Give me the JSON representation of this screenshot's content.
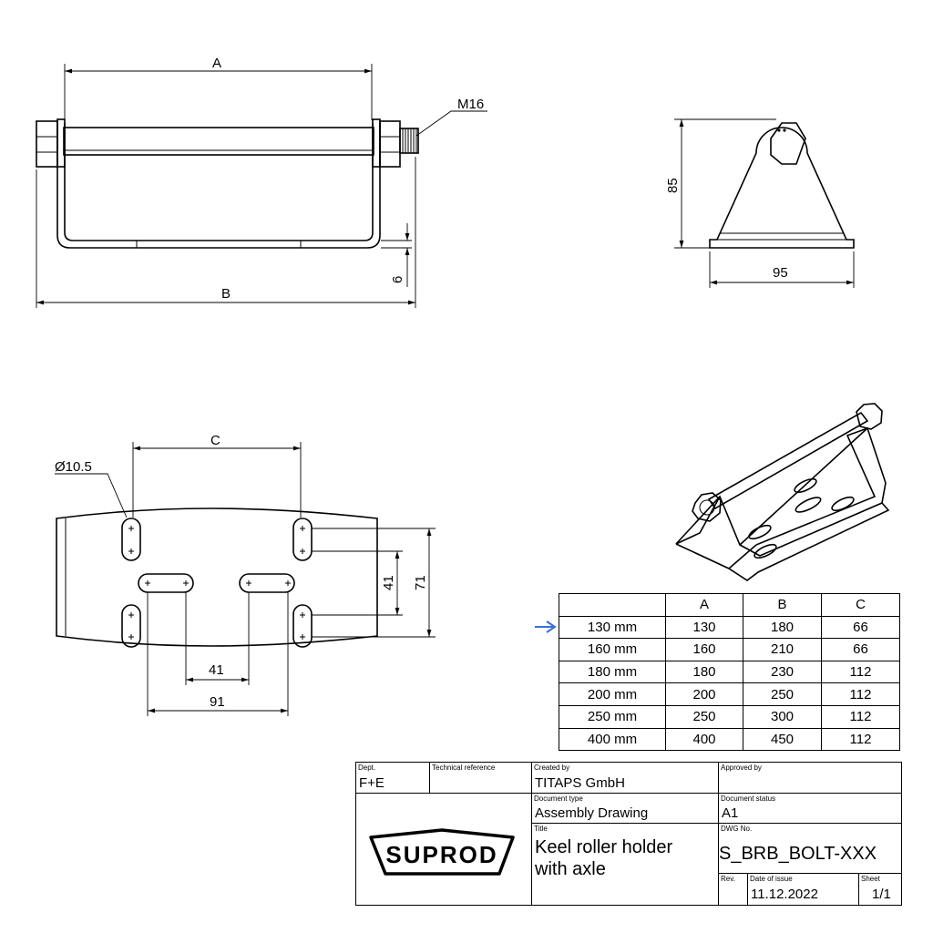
{
  "dimensions": {
    "top_view": {
      "a": "A",
      "b": "B",
      "thread": "M16",
      "plate_thickness": "6"
    },
    "side_view": {
      "height": "85",
      "width": "95"
    },
    "plate_view": {
      "c": "C",
      "hole_diameter": "Ø10.5",
      "slot_spacing_small": "41",
      "slot_spacing_large": "91",
      "vertical_inner": "41",
      "vertical_outer": "71"
    }
  },
  "variants_table": {
    "headers": [
      "",
      "A",
      "B",
      "C"
    ],
    "rows": [
      [
        "130 mm",
        "130",
        "180",
        "66"
      ],
      [
        "160 mm",
        "160",
        "210",
        "66"
      ],
      [
        "180 mm",
        "180",
        "230",
        "112"
      ],
      [
        "200 mm",
        "200",
        "250",
        "112"
      ],
      [
        "250 mm",
        "250",
        "300",
        "112"
      ],
      [
        "400 mm",
        "400",
        "450",
        "112"
      ]
    ],
    "highlight_color": "#3b6fd4"
  },
  "title_block": {
    "dept_label": "Dept.",
    "dept": "F+E",
    "tech_ref_label": "Technical reference",
    "created_by_label": "Created by",
    "created_by": "TITAPS GmbH",
    "approved_by_label": "Approved by",
    "doc_type_label": "Document type",
    "doc_type": "Assembly Drawing",
    "doc_status_label": "Document status",
    "doc_status": "A1",
    "title_label": "Title",
    "title_line1": "Keel roller holder",
    "title_line2": "with axle",
    "dwg_no_label": "DWG No.",
    "dwg_no": "S_BRB_BOLT-XXX",
    "rev_label": "Rev.",
    "date_label": "Date of issue",
    "date": "11.12.2022",
    "sheet_label": "Sheet",
    "sheet": "1/1",
    "logo_text": "SUPROD"
  }
}
